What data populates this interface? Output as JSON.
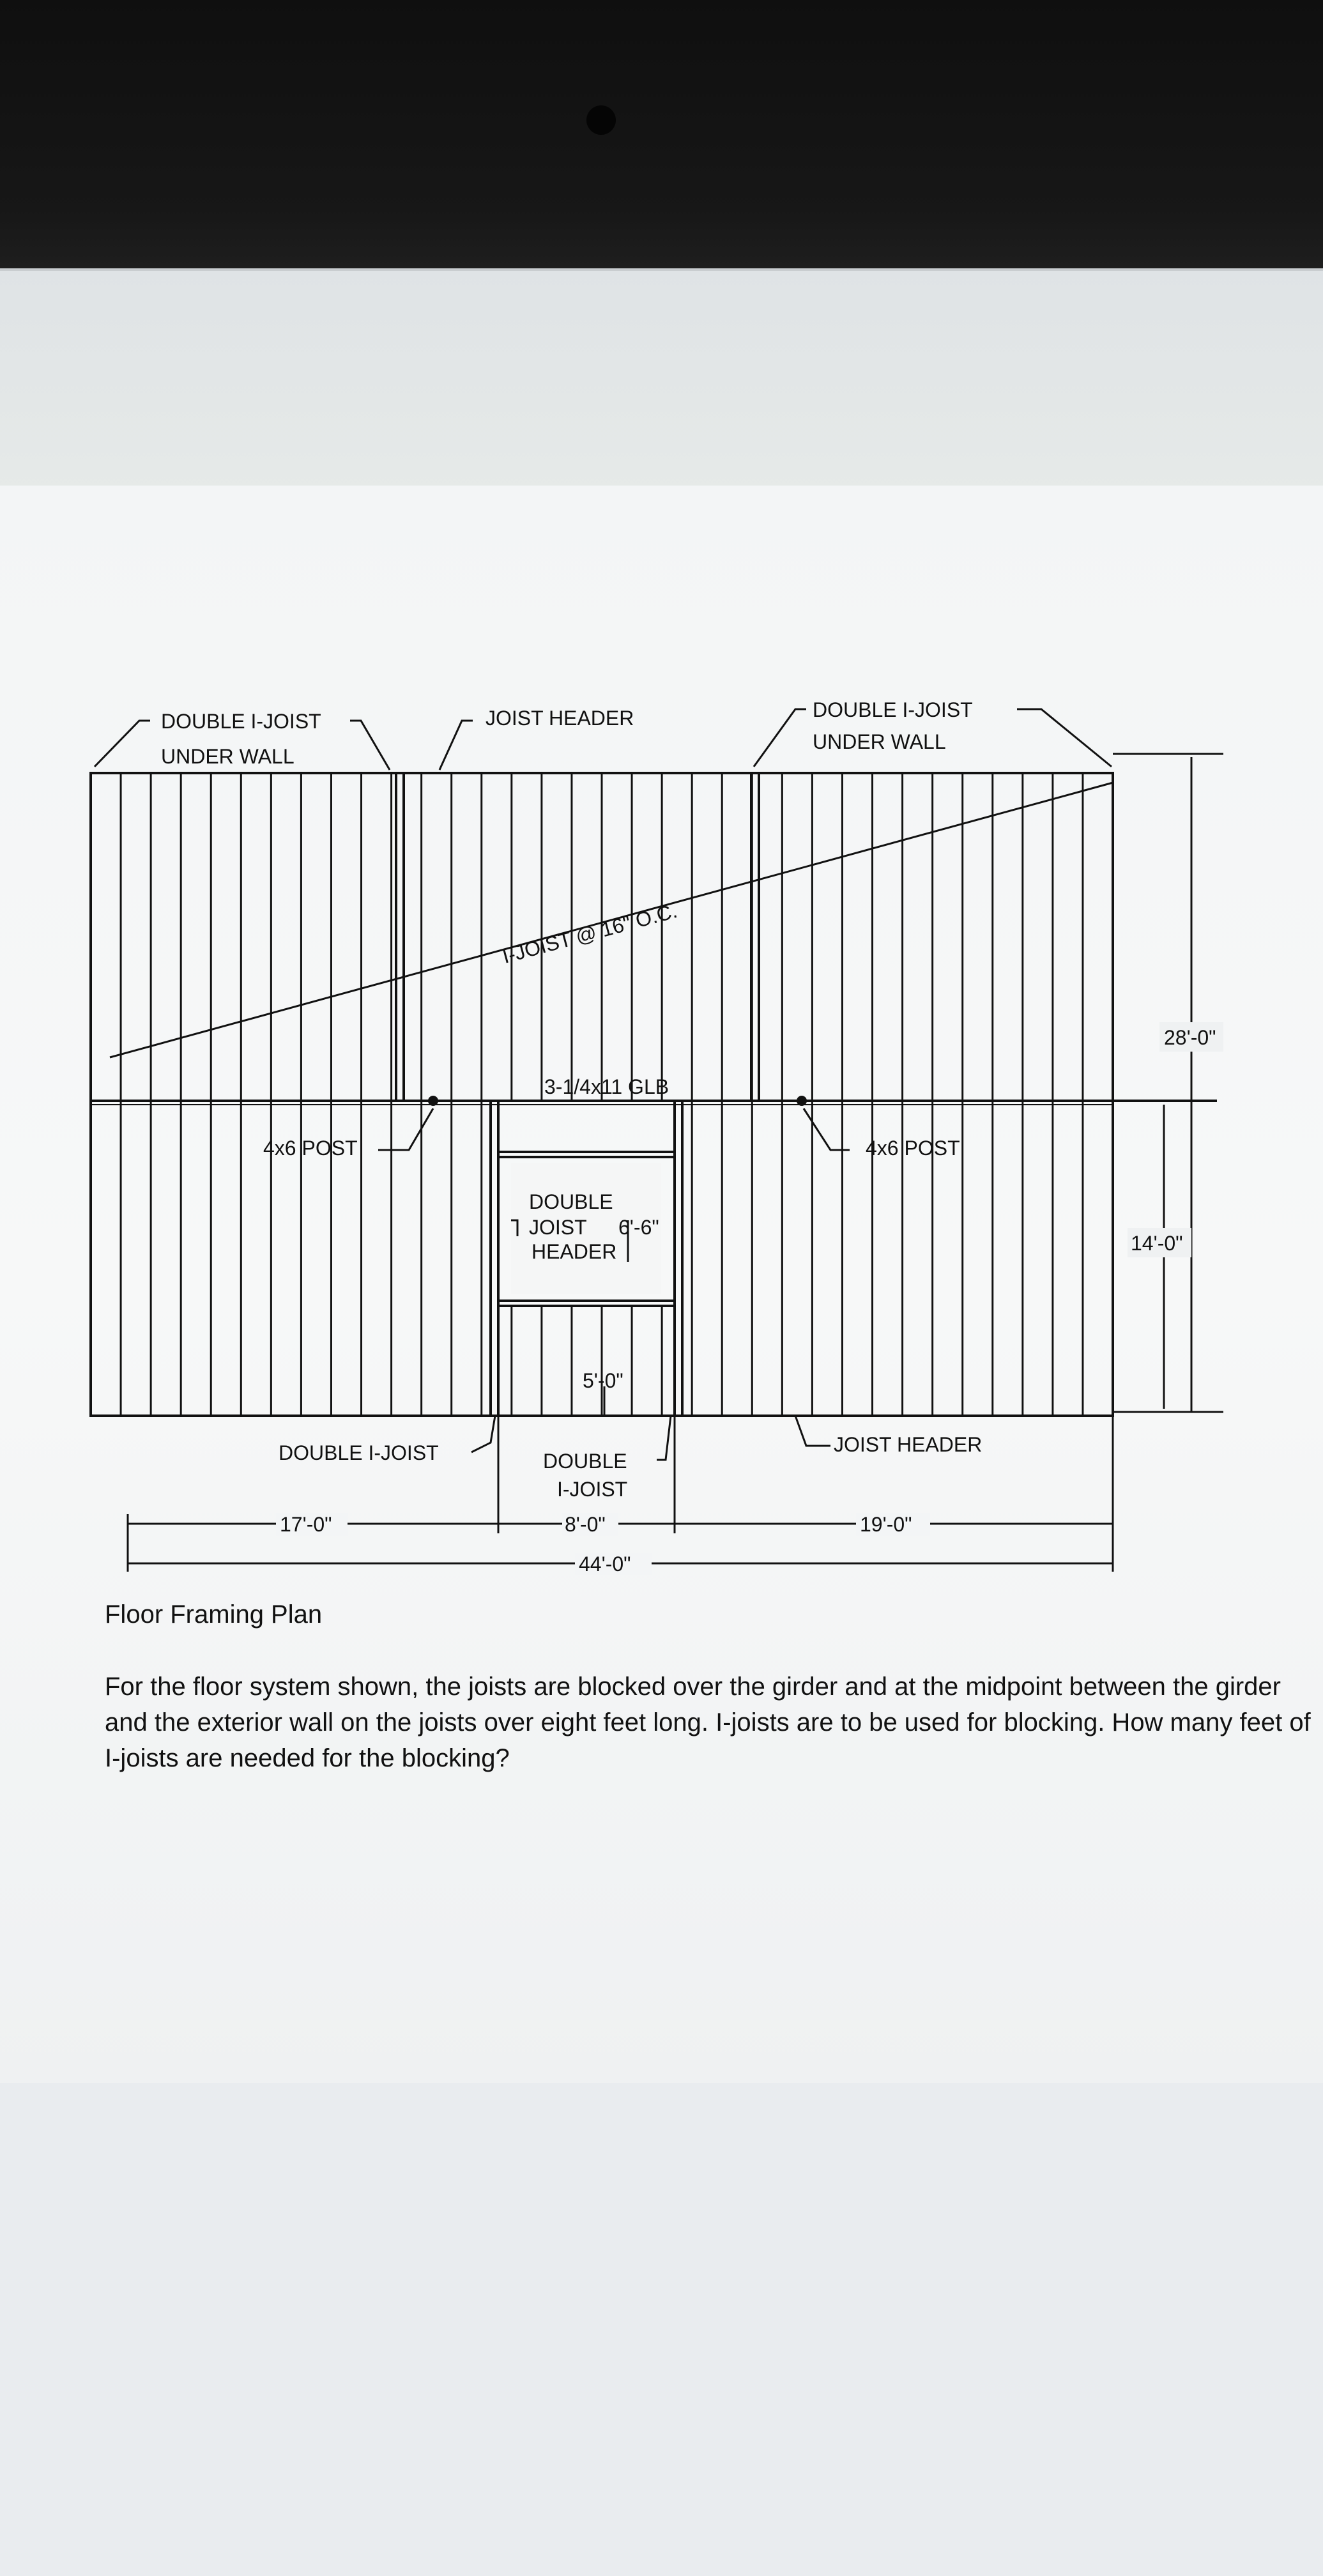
{
  "plan": {
    "labels": {
      "double_ijoist_under_wall_left": [
        "DOUBLE I-JOIST",
        "UNDER WALL"
      ],
      "joist_header_top": "JOIST HEADER",
      "double_ijoist_under_wall_right": [
        "DOUBLE I-JOIST",
        "UNDER WALL"
      ],
      "ijoist_spacing": "I-JOIST @ 16\" O.C.",
      "girder": "3-1/4x11 GLB",
      "post_left": "4x6 POST",
      "post_right": "4x6 POST",
      "double_joist_header": [
        "DOUBLE",
        "JOIST",
        "HEADER"
      ],
      "header_span": "6'-6\"",
      "opening_width": "5'-0\"",
      "double_ijoist_bottom_left": "DOUBLE I-JOIST",
      "double_ijoist_bottom_mid": [
        "DOUBLE",
        "I-JOIST"
      ],
      "joist_header_bottom": "JOIST HEADER"
    },
    "dimensions": {
      "overall_depth": "28'-0\"",
      "half_depth": "14'-0\"",
      "left_span": "17'-0\"",
      "mid_span": "8'-0\"",
      "right_span": "19'-0\"",
      "overall_length": "44'-0\""
    }
  },
  "caption": "Floor Framing Plan",
  "question": "For the floor system shown, the joists are blocked over the girder and at the midpoint between the girder and the exterior wall on the joists over eight feet long. I-joists are to be used for blocking. How many feet of I-joists are needed for the blocking?"
}
